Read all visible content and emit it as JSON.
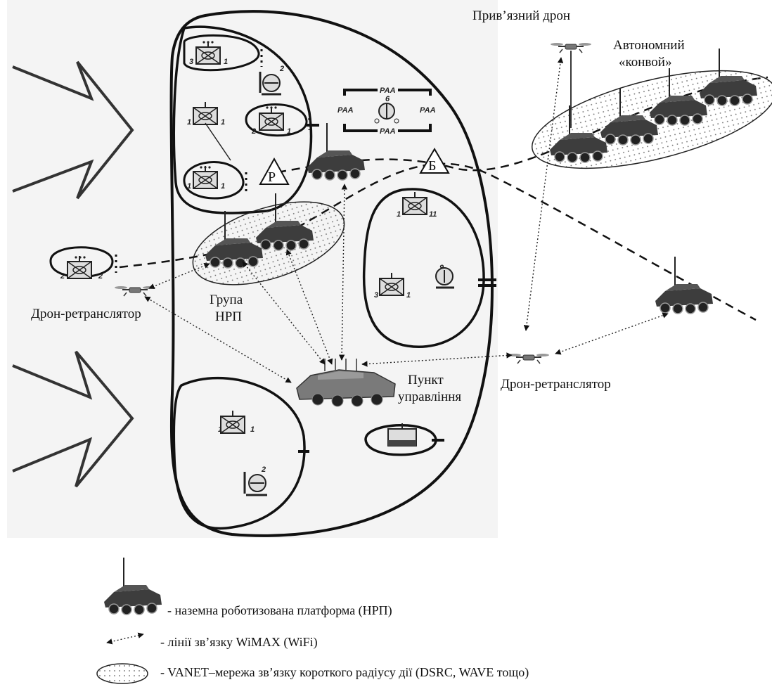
{
  "labels": {
    "tethered_drone": "Прив’язний дрон",
    "convoy_line1": "Автономний",
    "convoy_line2": "«конвой»",
    "relay_drone_left": "Дрон-ретранслятор",
    "relay_drone_right": "Дрон-ретранслятор",
    "ugv_group_line1": "Група",
    "ugv_group_line2": "НРП",
    "command_post_line1": "Пункт",
    "command_post_line2": "управління",
    "triangle_r": "Р",
    "triangle_b": "Б",
    "paa": "РАА"
  },
  "unit_numbers": {
    "u1_left": "3",
    "u1_right": "1",
    "u2_top": "2",
    "u3_left": "1",
    "u3_right": "1",
    "u4_left": "2",
    "u4_right": "1",
    "u5_left": "1",
    "u5_right": "1",
    "paa_center": "6",
    "u6_left": "1",
    "u6_right": "11",
    "u7_left": "3",
    "u7_right": "1",
    "u8_top": "9",
    "u9_left": "2",
    "u9_right": "2",
    "u10_left": "1",
    "u10_right": "1",
    "u11_top": "2"
  },
  "legend": {
    "ugv": "- наземна роботизована платформа (НРП)",
    "wimax": "- лінії зв’язку WiMAX (WiFi)",
    "vanet": "- VANET–мережа  зв’язку короткого радіусу дії (DSRC, WAVE тощо)"
  },
  "colors": {
    "background_panel": "#f4f4f4",
    "line": "#111111",
    "vehicle_body": "#3a3a3a",
    "vehicle_light": "#8a8a8a"
  }
}
